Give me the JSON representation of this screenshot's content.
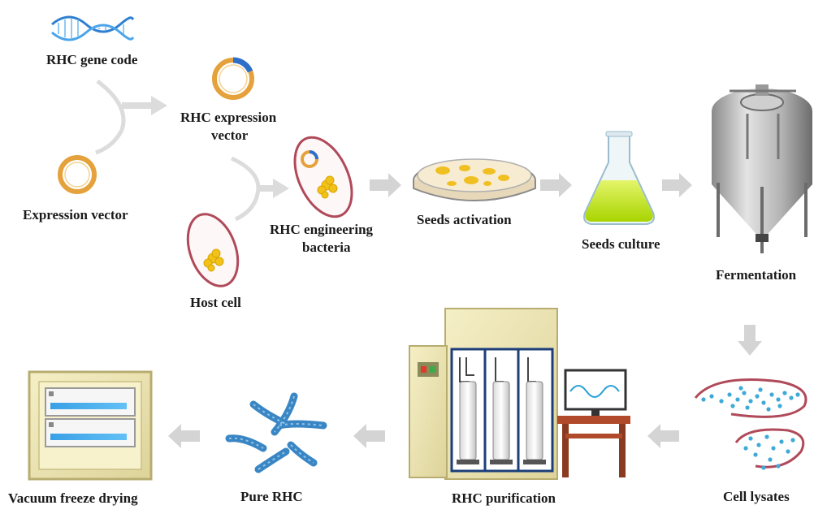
{
  "labels": {
    "gene_code": "RHC gene code",
    "expression_vector": "Expression vector",
    "rhc_expression_vector_1": "RHC expression",
    "rhc_expression_vector_2": "vector",
    "host_cell": "Host cell",
    "engineering_bacteria_1": "RHC engineering",
    "engineering_bacteria_2": "bacteria",
    "seeds_activation": "Seeds activation",
    "seeds_culture": "Seeds culture",
    "fermentation": "Fermentation",
    "cell_lysates": "Cell lysates",
    "rhc_purification": "RHC purification",
    "pure_rhc": "Pure RHC",
    "vacuum_freeze_drying": "Vacuum freeze drying"
  },
  "colors": {
    "arrow": "#d4d4d4",
    "plasmid_ring": "#e5a23c",
    "plasmid_insert": "#2e6fc9",
    "cell_outline": "#b04a5a",
    "dots": "#3fa9d8",
    "flask_liquid": "#b8e000",
    "cabinet": "#efe7b0",
    "collagen": "#3a86c4"
  }
}
